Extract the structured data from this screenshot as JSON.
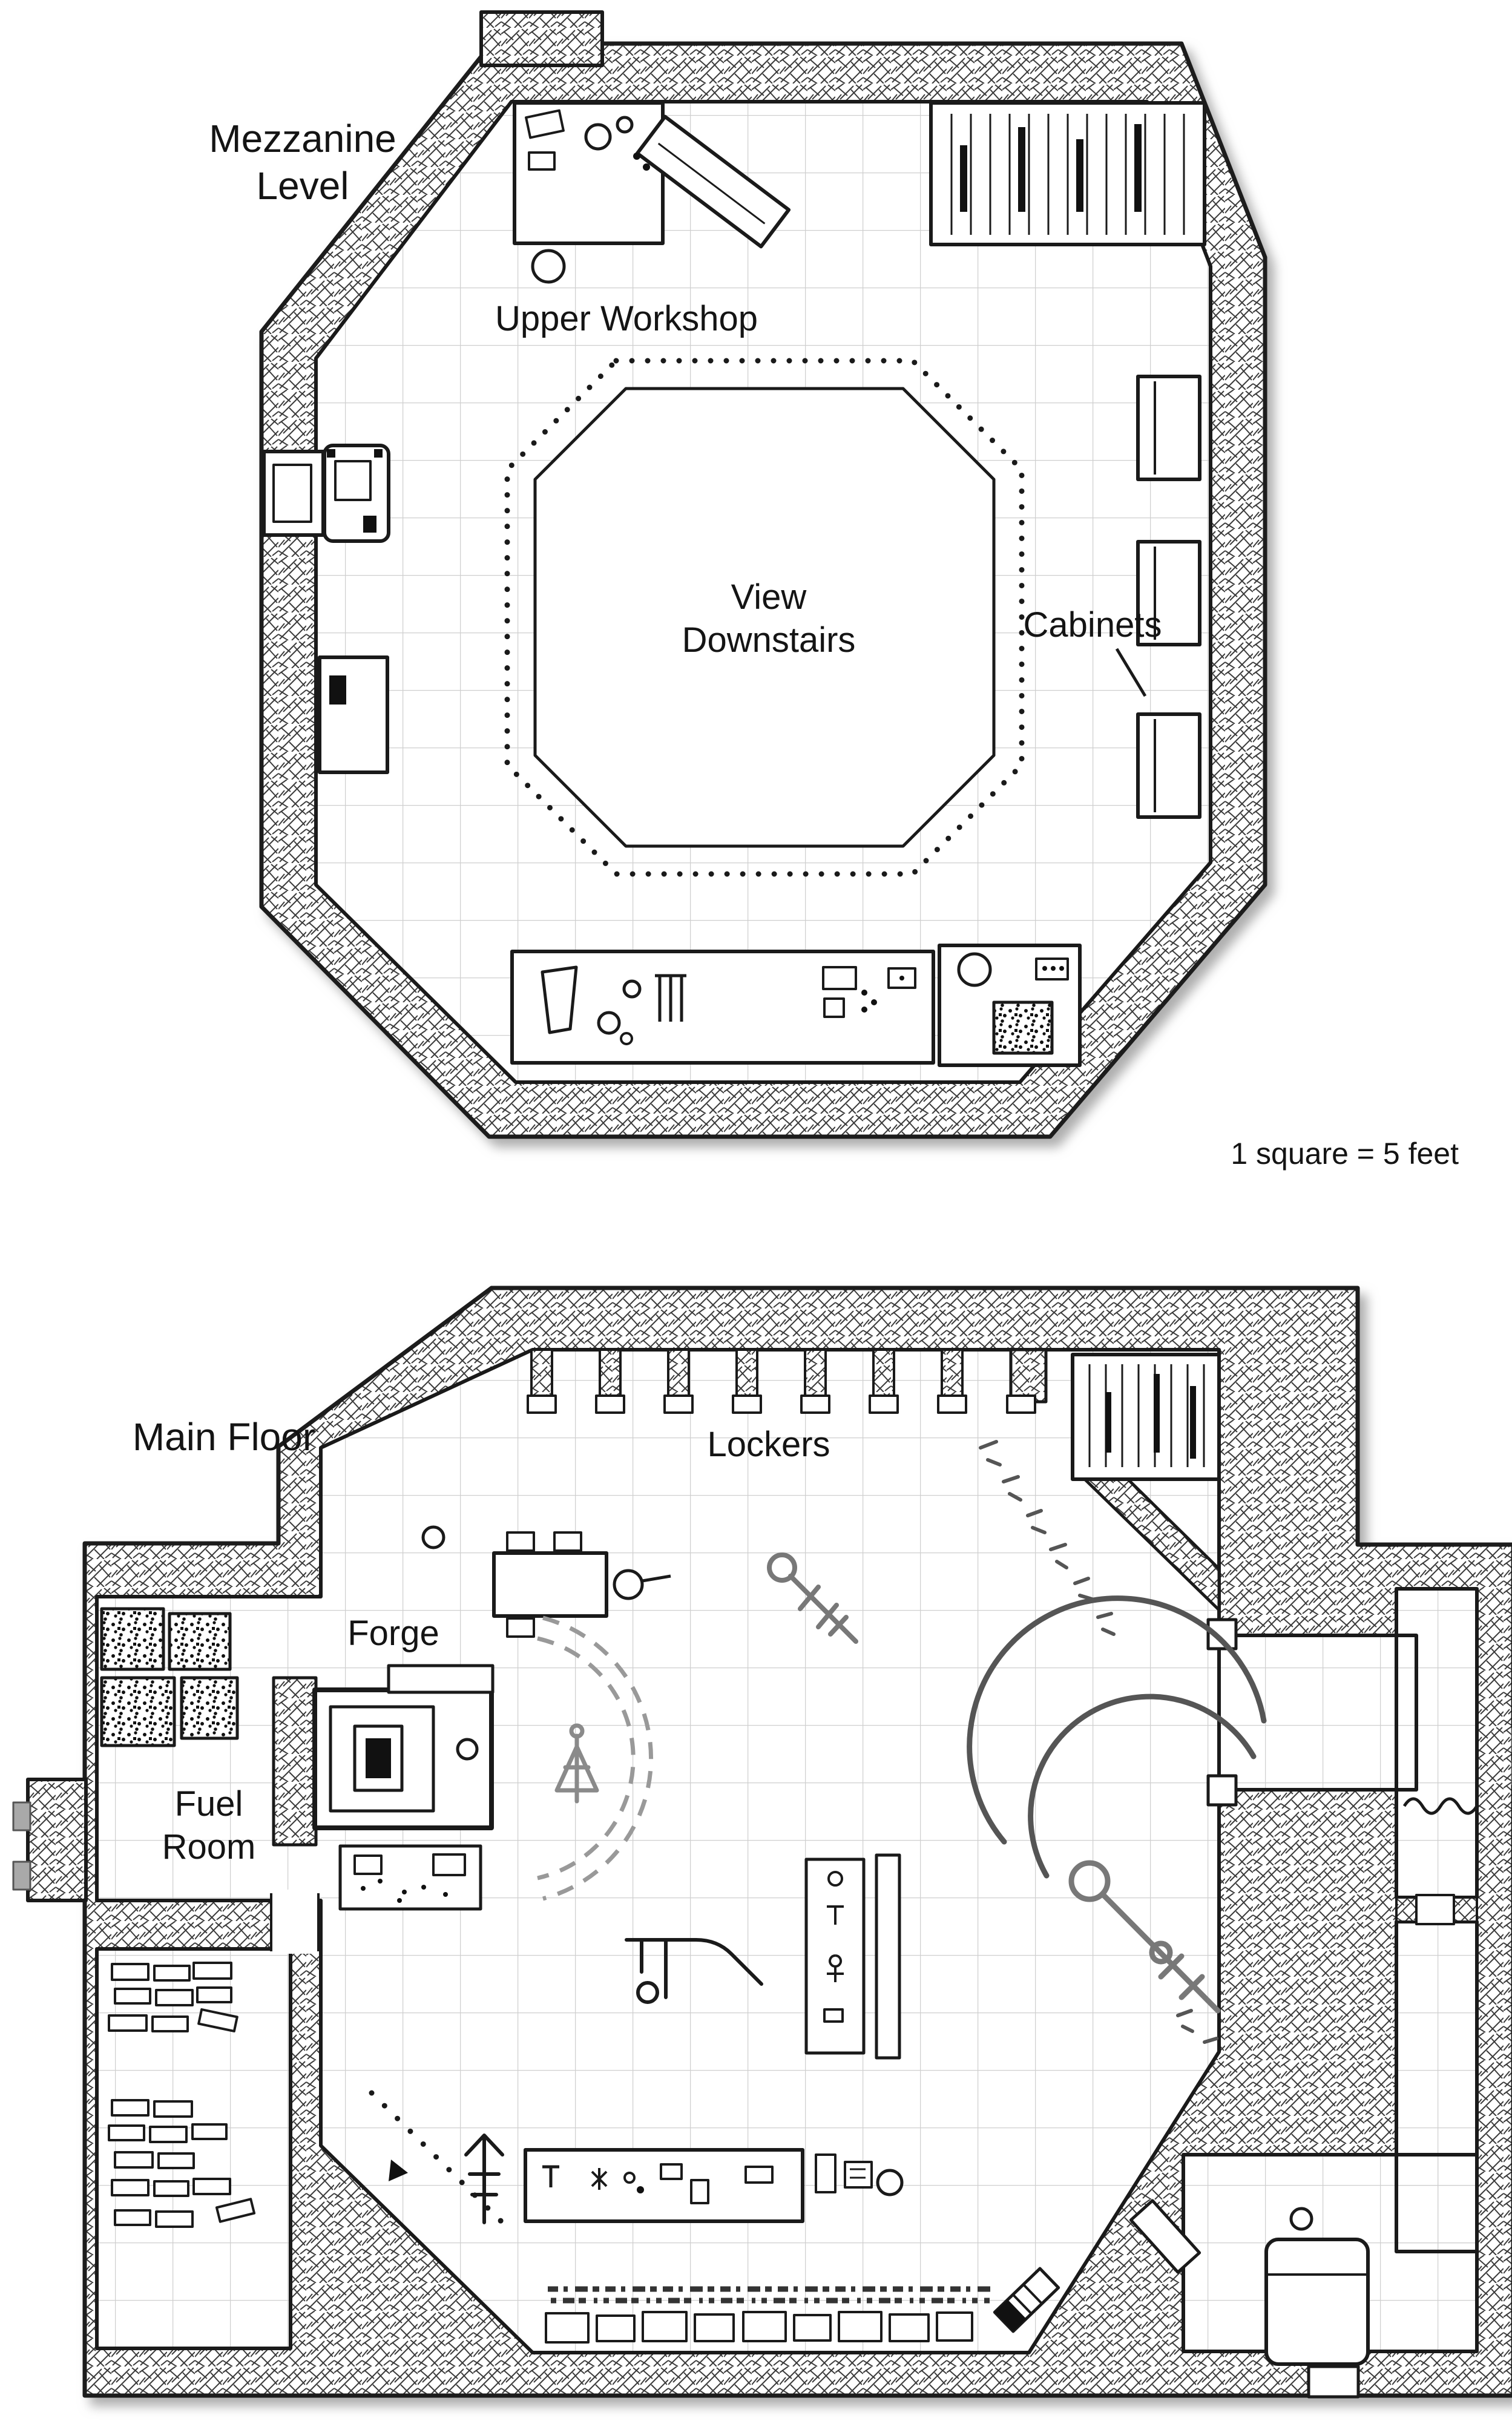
{
  "scale_note": "1 square = 5 feet",
  "mezzanine": {
    "title": "Mezzanine Level",
    "labels": {
      "workshop": "Upper Workshop",
      "opening": "View Downstairs",
      "cabinets": "Cabinets"
    }
  },
  "main_floor": {
    "title": "Main Floor",
    "labels": {
      "lockers": "Lockers",
      "forge": "Forge",
      "fuel_room": "Fuel Room"
    }
  },
  "colors": {
    "ink": "#1a1a1a",
    "glyph_gray": "#787878",
    "arc_gray": "#555555",
    "faint_gray": "#999999",
    "grid": "#cfcfcf",
    "paper": "#ffffff",
    "shadow": "#9a9a9a"
  }
}
